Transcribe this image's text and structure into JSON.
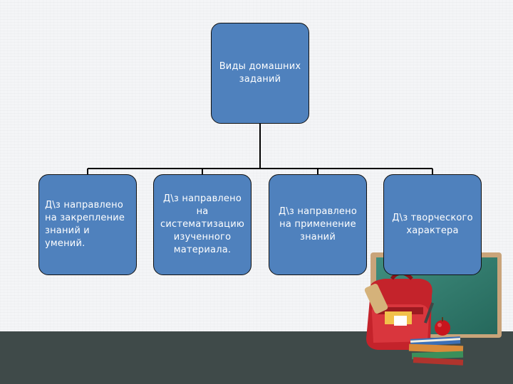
{
  "diagram": {
    "root": {
      "label": "Виды  домашних\nзаданий"
    },
    "children": [
      {
        "label": "Д\\з направлено\nна закрепление\nзнаний и умений."
      },
      {
        "label": "Д\\з направлено на\nсистематизацию\nизученного\nматериала."
      },
      {
        "label": "Д\\з  направлено\nна применение\nзнаний"
      },
      {
        "label": "Д\\з творческого\nхарактера"
      }
    ]
  },
  "colors": {
    "box_fill": "#4f81bd",
    "box_border": "#111111",
    "footer": "#3f4a49",
    "chalkboard": "#2f7a6c"
  },
  "decor": {
    "illustration": "school-backpack-books-apple-chalkboard"
  }
}
